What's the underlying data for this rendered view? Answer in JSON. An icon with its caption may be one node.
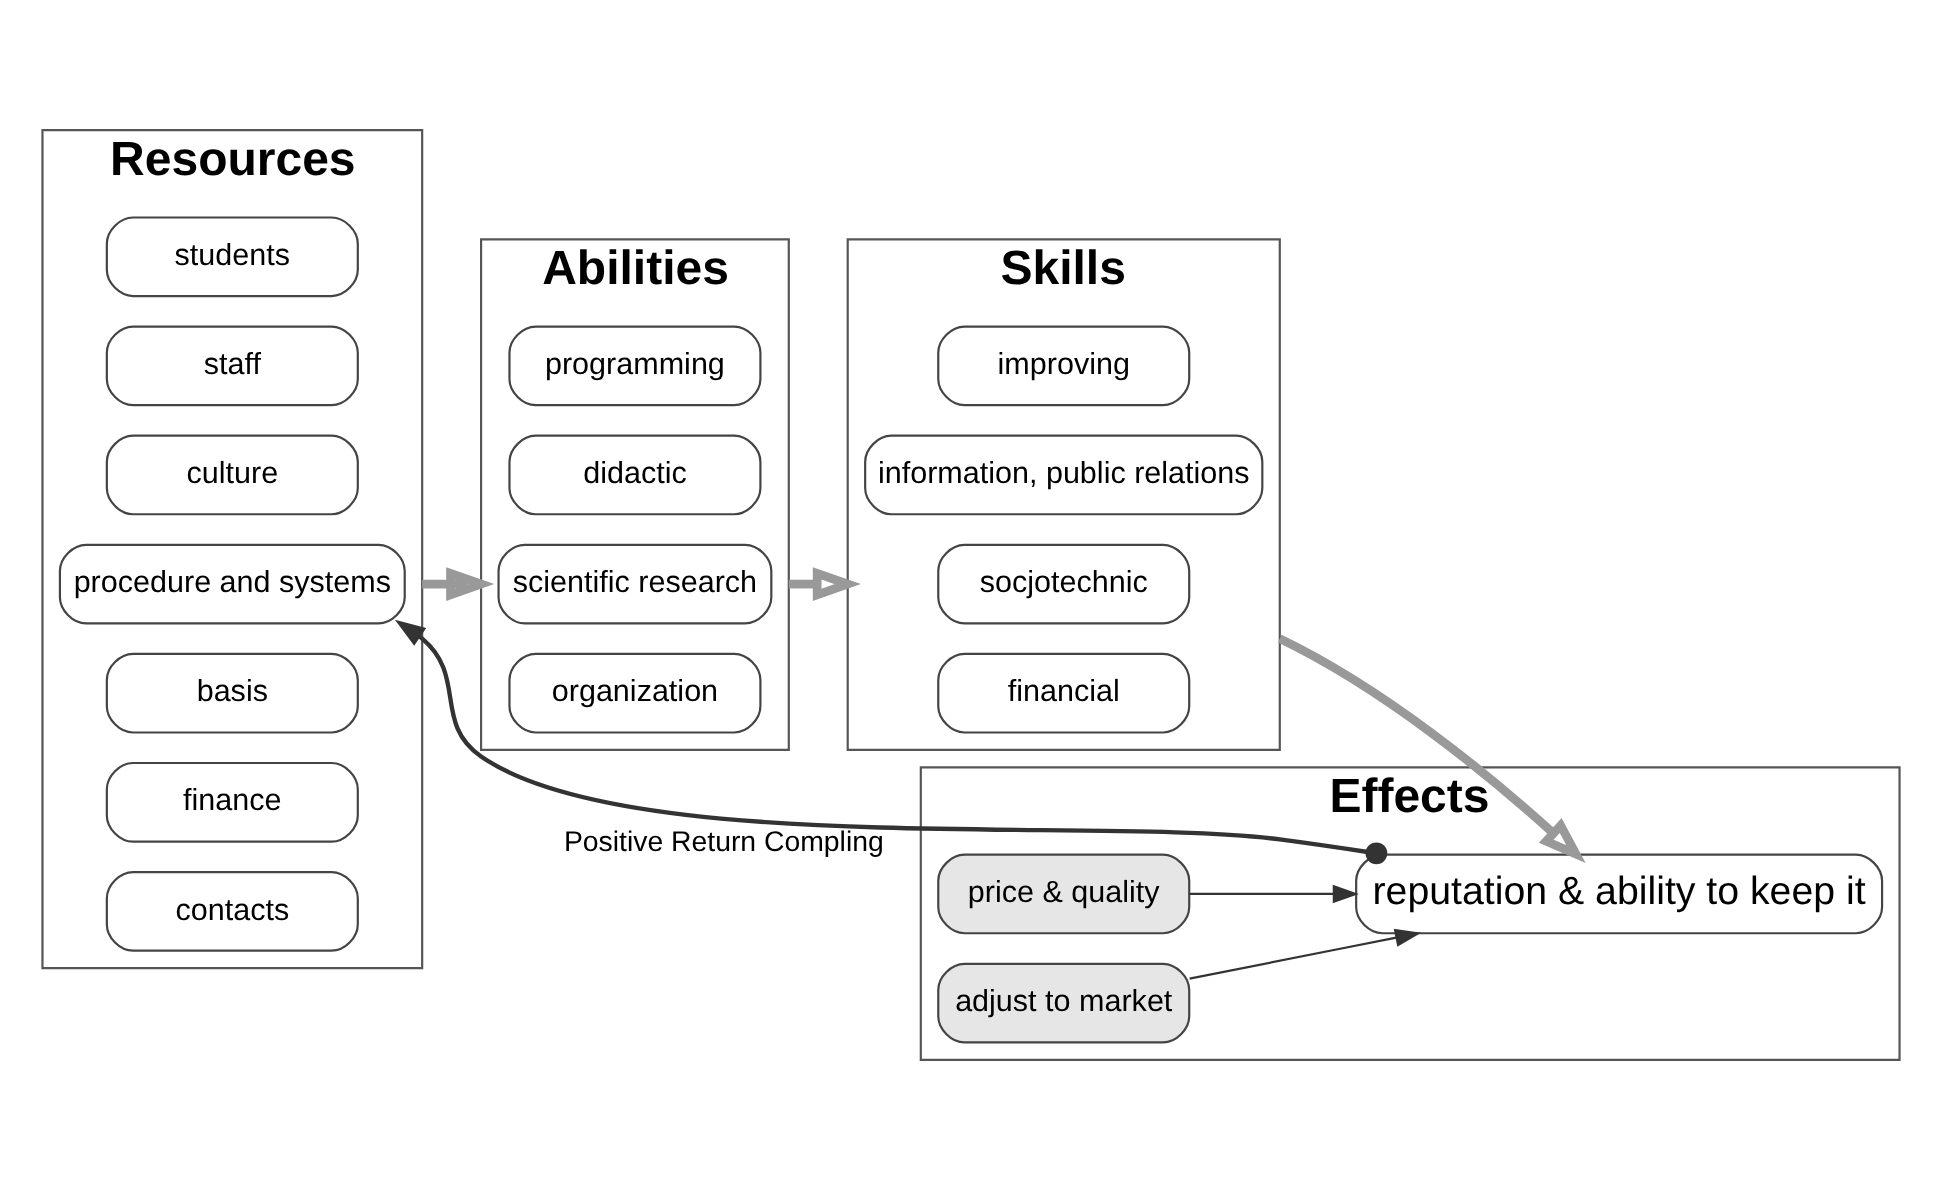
{
  "diagram": {
    "nodes": [
      {
        "text": [
          "Resources"
        ]
      },
      {
        "text": [
          "students"
        ],
        "in": 0
      },
      {
        "text": [
          "staff"
        ],
        "in": 0
      },
      {
        "text": [
          "culture"
        ],
        "in": 0
      },
      {
        "text": [
          "procedure and systems"
        ],
        "in": 0
      },
      {
        "text": [
          "basis"
        ],
        "in": 0
      },
      {
        "text": [
          "finance"
        ],
        "in": 0
      },
      {
        "text": [
          "contacts"
        ],
        "in": 0
      },
      {
        "text": [
          "Abilities"
        ]
      },
      {
        "text": [
          "programming"
        ],
        "in": 8
      },
      {
        "text": [
          "didactic"
        ],
        "in": 8
      },
      {
        "text": [
          "scientific research"
        ],
        "in": 8
      },
      {
        "text": [
          "organization"
        ],
        "in": 8
      },
      {
        "text": [
          "Skills"
        ]
      },
      {
        "text": [
          "improving"
        ],
        "in": 13
      },
      {
        "text": [
          "information, public relations"
        ],
        "in": 13
      },
      {
        "text": [
          "socjotechnic"
        ],
        "in": 13
      },
      {
        "text": [
          "financial"
        ],
        "in": 13
      },
      {
        "text": [
          "Effects"
        ]
      },
      {
        "text": [
          "price & quality"
        ],
        "in": 18
      },
      {
        "text": [
          "reputation & ability to keep it"
        ],
        "in": 18
      },
      {
        "text": [
          "adjust to market"
        ],
        "in": 18
      }
    ],
    "edges": [
      {
        "from": 0,
        "to": 8,
        "arrow": "to",
        "style": "thick",
        "color": "#999999"
      },
      {
        "from": 8,
        "to": 13,
        "arrow": "to",
        "style": "thick",
        "color": "#999999"
      },
      {
        "from": 13,
        "to": 20,
        "arrow": "to",
        "style": "thick",
        "color": "#999999"
      },
      {
        "from": 19,
        "to": 20,
        "arrow": "to",
        "color": "#333333"
      },
      {
        "from": 21,
        "to": 20,
        "arrow": "to",
        "color": "#333333"
      },
      {
        "from": 20,
        "to": 4,
        "arrow": "to",
        "label": "Positive Return Compling",
        "color": "#333333"
      }
    ]
  }
}
